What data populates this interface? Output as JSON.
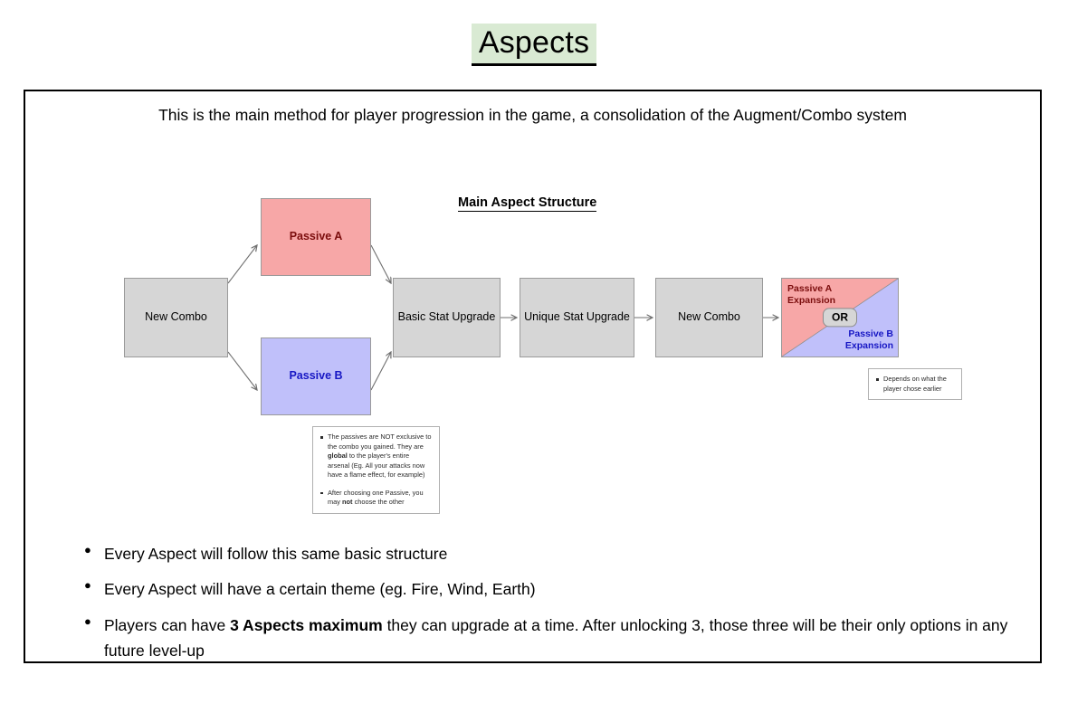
{
  "title": "Aspects",
  "intro": "This is the main method for player progression in the game, a consolidation of the Augment/Combo system",
  "diagram": {
    "heading": "Main Aspect Structure",
    "boxes": {
      "new_combo_1": "New Combo",
      "passive_a": "Passive A",
      "passive_b": "Passive B",
      "basic_stat": "Basic Stat Upgrade",
      "unique_stat": "Unique Stat Upgrade",
      "new_combo_2": "New Combo",
      "expansion_a_line1": "Passive A",
      "expansion_a_line2": "Expansion",
      "expansion_b_line1": "Passive B",
      "expansion_b_line2": "Expansion",
      "or_label": "OR"
    },
    "notes": {
      "passives": {
        "bullet1_part1": "The passives are NOT exclusive to the combo you gained. They are ",
        "bullet1_bold": "global",
        "bullet1_part2": " to the player's entire arsenal (Eg. All your attacks now have a flame effect, for example)",
        "bullet2_part1": "After choosing one Passive, you may ",
        "bullet2_bold": "not",
        "bullet2_part2": " choose the other"
      },
      "depends": {
        "bullet1": "Depends on what the player chose earlier"
      }
    },
    "colors": {
      "passive_a_fill": "#f7a7a7",
      "passive_a_text": "#7b0d0d",
      "passive_b_fill": "#c0c0fa",
      "passive_b_text": "#1717c4",
      "neutral_fill": "#d6d6d6",
      "box_border": "#9a9a9a"
    }
  },
  "bullets": {
    "item1": "Every Aspect will follow this same basic structure",
    "item2": "Every Aspect will have a certain theme (eg. Fire, Wind, Earth)",
    "item3_part1": "Players can have ",
    "item3_bold": "3 Aspects maximum",
    "item3_part2": " they can upgrade at a time. After unlocking 3, those three will be their only options in any future level-up"
  },
  "theme": {
    "title_highlight": "#d9ead3",
    "frame_border": "#000000",
    "page_background": "#ffffff"
  }
}
